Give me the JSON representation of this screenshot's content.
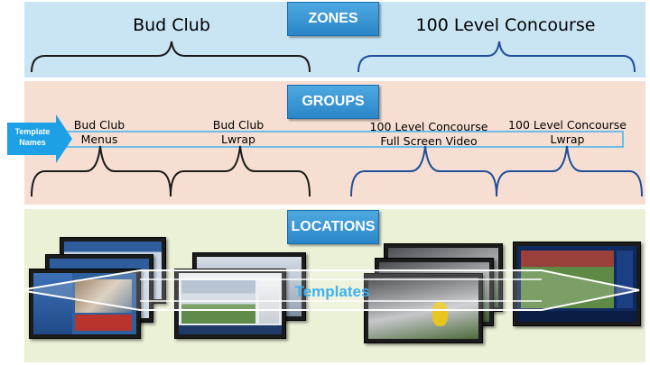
{
  "sections": {
    "zones": "ZONES",
    "groups": "GROUPS",
    "locations": "LOCATIONS"
  },
  "zones": [
    {
      "name": "Bud Club"
    },
    {
      "name": "100 Level Concourse"
    }
  ],
  "groups": [
    {
      "line1": "Bud Club",
      "line2": "Menus"
    },
    {
      "line1": "Bud Club",
      "line2": "Lwrap"
    },
    {
      "line1": "100 Level Concourse",
      "line2": "Full Screen Video"
    },
    {
      "line1": "100 Level Concourse",
      "line2": "Lwrap"
    }
  ],
  "template_names_label": "Template Names",
  "templates_label": "Templates",
  "colors": {
    "zones_band": "#c9e5f4",
    "groups_band": "#f6dfd2",
    "locations_band": "#ebf1d6",
    "label_box": "#2a86c9",
    "bud_club_brace": "#1a1a1a",
    "concourse_brace": "#1f4e9a",
    "templates_arrow": "#3fb0f0"
  }
}
